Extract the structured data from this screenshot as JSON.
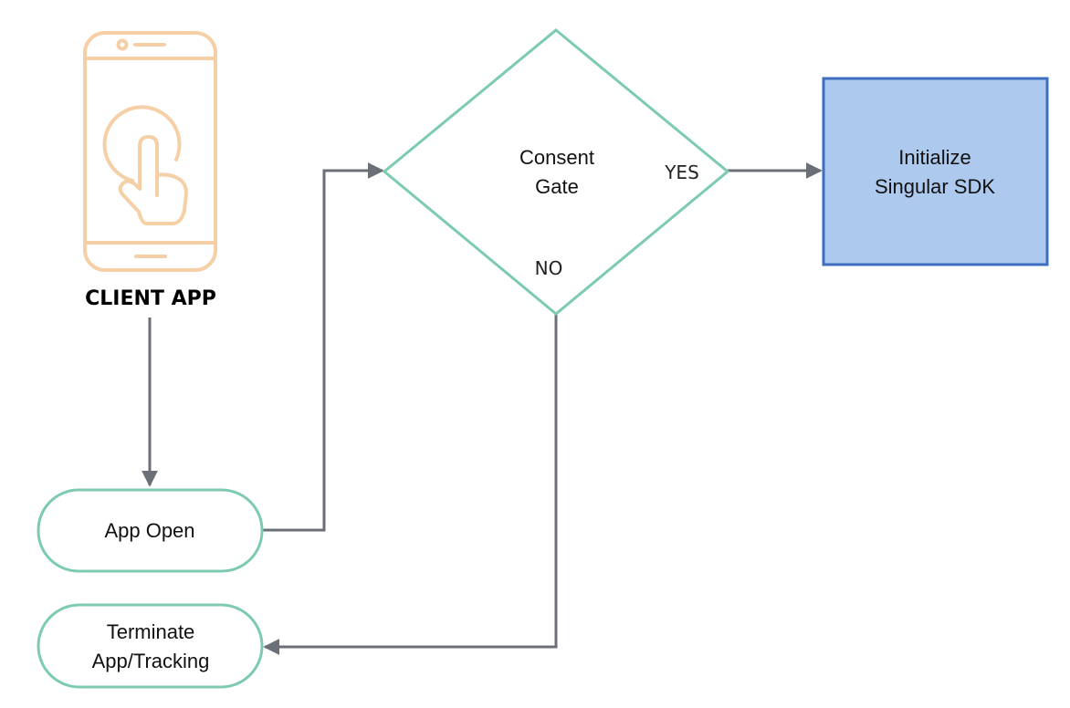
{
  "client_app": {
    "label": "CLIENT APP",
    "icon": "smartphone-tap-icon"
  },
  "nodes": {
    "app_open": {
      "label": "App Open"
    },
    "consent_gate": {
      "line1": "Consent",
      "line2": "Gate"
    },
    "initialize_sdk": {
      "line1": "Initialize",
      "line2": "Singular SDK"
    },
    "terminate": {
      "line1": "Terminate",
      "line2": "App/Tracking"
    }
  },
  "edges": {
    "yes_label": "YES",
    "no_label": "NO"
  },
  "colors": {
    "icon_stroke": "#f5cfa6",
    "teal_stroke": "#7ccbb0",
    "blue_fill": "#aec9ee",
    "blue_stroke": "#3c6fc1",
    "arrow": "#6b6f78"
  }
}
